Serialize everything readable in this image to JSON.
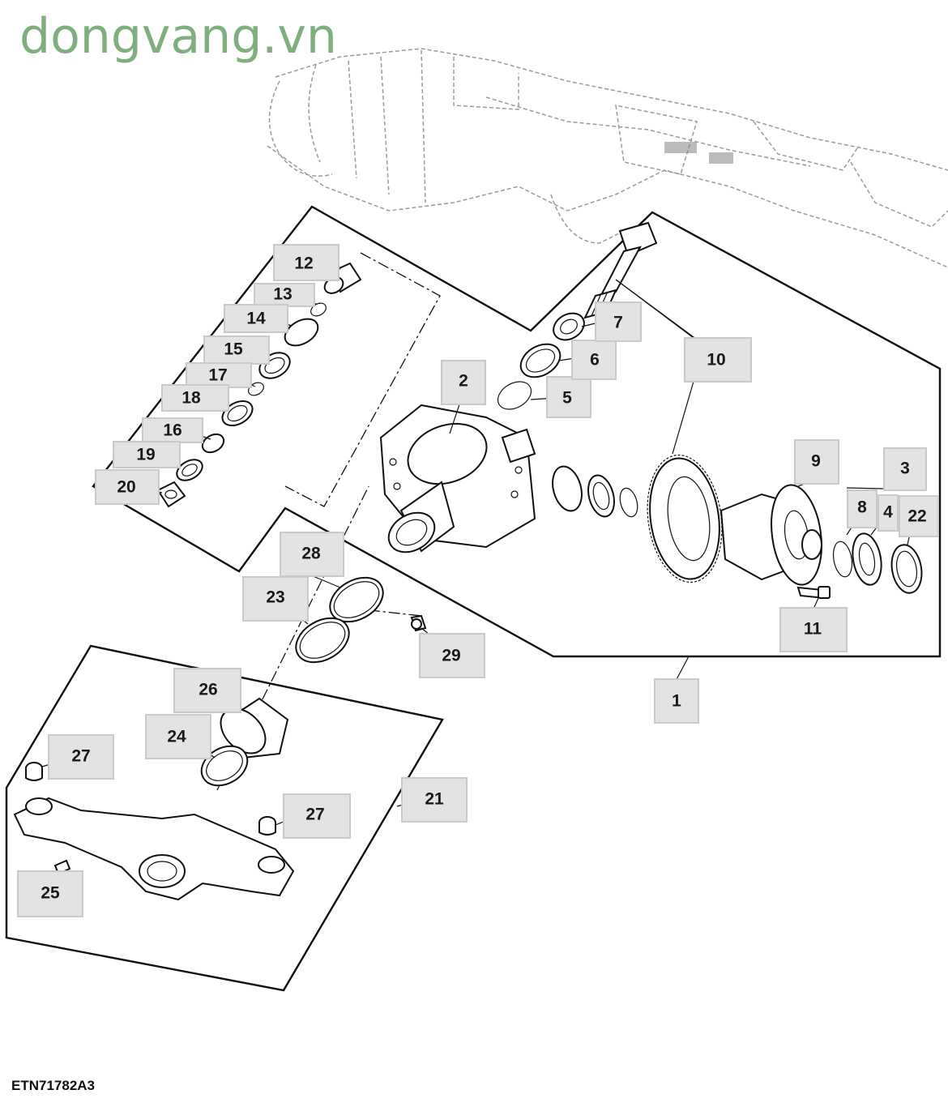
{
  "watermark": "dongvang.vn",
  "figure_code": "ETN71782A3",
  "callouts": [
    {
      "id": "c1",
      "label": "1"
    },
    {
      "id": "c2",
      "label": "2"
    },
    {
      "id": "c3",
      "label": "3"
    },
    {
      "id": "c4",
      "label": "4"
    },
    {
      "id": "c5",
      "label": "5"
    },
    {
      "id": "c6",
      "label": "6"
    },
    {
      "id": "c7",
      "label": "7"
    },
    {
      "id": "c8",
      "label": "8"
    },
    {
      "id": "c9",
      "label": "9"
    },
    {
      "id": "c10",
      "label": "10"
    },
    {
      "id": "c11",
      "label": "11"
    },
    {
      "id": "c12",
      "label": "12"
    },
    {
      "id": "c13",
      "label": "13"
    },
    {
      "id": "c14",
      "label": "14"
    },
    {
      "id": "c15",
      "label": "15"
    },
    {
      "id": "c16",
      "label": "16"
    },
    {
      "id": "c17",
      "label": "17"
    },
    {
      "id": "c18",
      "label": "18"
    },
    {
      "id": "c19",
      "label": "19"
    },
    {
      "id": "c20",
      "label": "20"
    },
    {
      "id": "c21",
      "label": "21"
    },
    {
      "id": "c22",
      "label": "22"
    },
    {
      "id": "c23",
      "label": "23"
    },
    {
      "id": "c24",
      "label": "24"
    },
    {
      "id": "c25",
      "label": "25"
    },
    {
      "id": "c26",
      "label": "26"
    },
    {
      "id": "c27a",
      "label": "27"
    },
    {
      "id": "c27b",
      "label": "27"
    },
    {
      "id": "c28",
      "label": "28"
    },
    {
      "id": "c29",
      "label": "29"
    }
  ]
}
